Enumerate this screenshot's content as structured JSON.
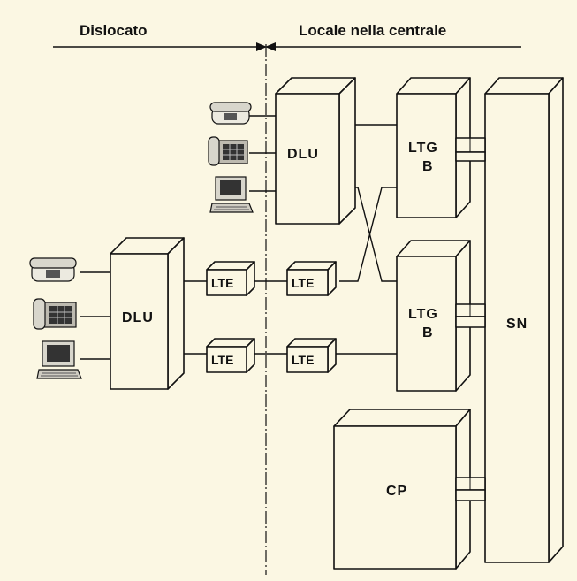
{
  "colors": {
    "paper": "#fbf7e3",
    "ink": "#111111"
  },
  "headers": {
    "left": "Dislocato",
    "right": "Locale nella centrale"
  },
  "blocks": {
    "dlu_top": "DLU",
    "dlu_left": "DLU",
    "ltg_top_line1": "LTG",
    "ltg_top_line2": "B",
    "ltg_bottom_line1": "LTG",
    "ltg_bottom_line2": "B",
    "sn": "SN",
    "cp": "CP",
    "lte_1": "LTE",
    "lte_2": "LTE",
    "lte_3": "LTE",
    "lte_4": "LTE"
  },
  "icons": [
    "telephone-icon",
    "keypad-telephone-icon",
    "data-terminal-icon"
  ]
}
